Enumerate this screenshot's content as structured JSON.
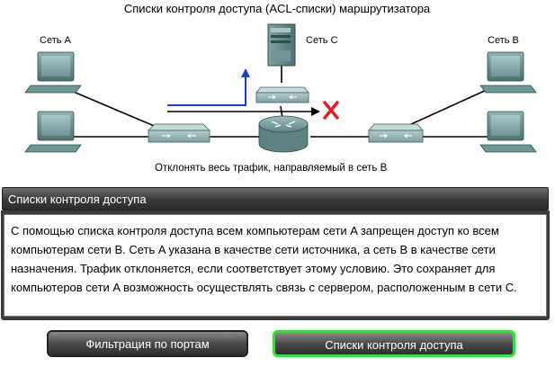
{
  "diagram": {
    "title": "Списки контроля доступа (ACL-списки) маршрутизатора",
    "network_a_label": "Сеть A",
    "network_b_label": "Сеть B",
    "network_c_label": "Сеть C",
    "caption": "Отклонять весь трафик, направляемый в сеть B",
    "colors": {
      "allowed_arrow": "#1f3fbf",
      "denied_arrow": "#000000",
      "deny_mark": "#e02020"
    }
  },
  "panel": {
    "header": "Списки контроля доступа",
    "body": "С помощью списка контроля доступа всем компьютерам сети A запрещен доступ ко всем компьютерам сети B. Сеть A указана в качестве сети источника, а сеть B в качестве сети назначения. Трафик отклоняется, если соответствует этому условию. Это сохраняет для компьютеров сети A возможность осуществлять связь с сервером, расположенным в сети C."
  },
  "buttons": {
    "port_filtering": "Фильтрация по портам",
    "acl": "Списки контроля доступа",
    "active_border": "#3fd63f"
  }
}
